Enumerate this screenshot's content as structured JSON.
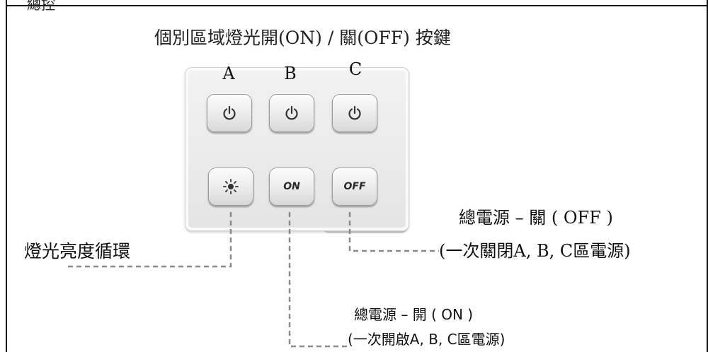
{
  "header_fragment": "總控",
  "title": "個別區域燈光開(ON) / 關(OFF) 按鍵",
  "columns": [
    "A",
    "B",
    "C"
  ],
  "buttons": {
    "zone_a_icon": "power-icon",
    "zone_b_icon": "power-icon",
    "zone_c_icon": "power-icon",
    "brightness_icon": "sun-icon",
    "on_label": "ON",
    "off_label": "OFF"
  },
  "annotations": {
    "brightness": "燈光亮度循環",
    "off_line1": "總電源 – 關 ( OFF )",
    "off_line2": "(一次關閉A, B, C區電源)",
    "on_line1": "總電源 – 開 ( ON )",
    "on_line2": "(一次開啟A, B, C區電源)"
  },
  "colors": {
    "leader_line": "#8a8a8a",
    "device_body": "#ececec",
    "button_border": "#9c9c9c"
  }
}
